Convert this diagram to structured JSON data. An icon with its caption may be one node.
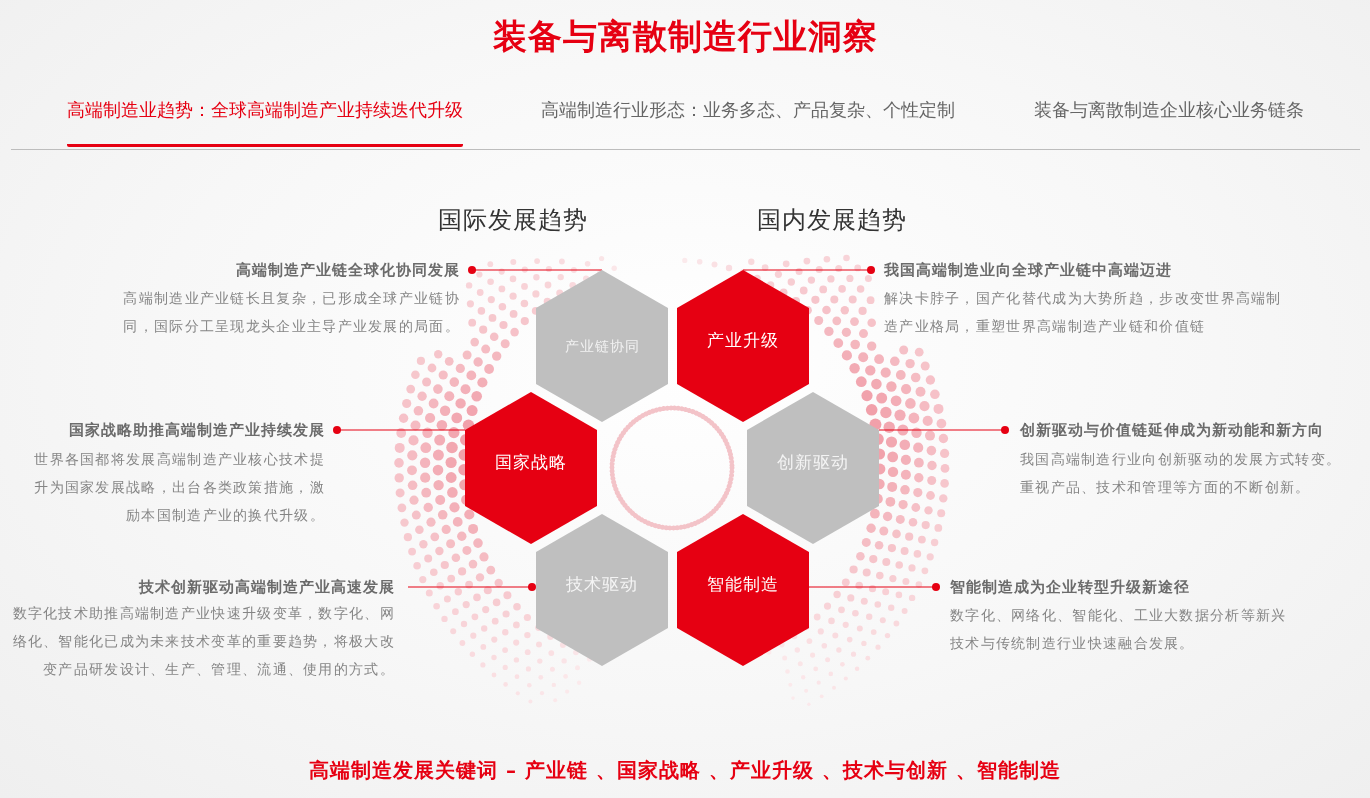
{
  "diagram": {
    "title": "装备与离散制造行业洞察",
    "nodes": [
      {
        "text": [
          "高端制造产业链全球化协同发展",
          "高端制造业产业链长且复杂，已形成全球产业链协同，国际分工呈现龙头企业主导产业发展的局面。"
        ]
      },
      {
        "text": [
          "产业链协同"
        ]
      },
      {
        "text": [
          "产业升级"
        ]
      },
      {
        "text": [
          "我国高端制造业向全球产业链中高端迈进",
          "解决卡脖子，国产化替代成为大势所趋，步改变世界高端制造产业格局，重塑世界高端制造产业链和价值链"
        ]
      },
      {
        "text": [
          "国家战略助推高端制造产业持续发展",
          "世界各国都将发展高端制造产业核心技术提升为国家发展战略，出台各类政策措施，激励本国制造产业的换代升级。"
        ]
      },
      {
        "text": [
          "国家战略"
        ]
      },
      {
        "text": [
          "创新驱动"
        ]
      },
      {
        "text": [
          "创新驱动与价值链延伸成为新动能和新方向",
          "我国高端制造行业向创新驱动的发展方式转变。重视产品、技术和管理等方面的不断创新。"
        ]
      },
      {
        "text": [
          "技术创新驱动高端制造产业高速发展",
          "数字化技术助推高端制造产业快速升级变革，数字化、网络化、智能化已成为未来技术变革的重要趋势，将极大改变产品研发设计、生产、管理、流通、使用的方式。"
        ]
      },
      {
        "text": [
          "技术驱动"
        ]
      },
      {
        "text": [
          "智能制造"
        ]
      },
      {
        "text": [
          "智能制造成为企业转型升级新途径",
          "数字化、网络化、智能化、工业大数据分析等新兴技术与传统制造行业快速融合发展。"
        ]
      }
    ],
    "edges": [
      {
        "from": 0,
        "to": 1,
        "arrow": "other"
      },
      {
        "from": 3,
        "to": 2,
        "arrow": "other"
      },
      {
        "from": 4,
        "to": 5,
        "arrow": "other"
      },
      {
        "from": 7,
        "to": 6,
        "arrow": "other"
      },
      {
        "from": 9,
        "to": 8,
        "arrow": "other"
      },
      {
        "from": 11,
        "to": 10,
        "arrow": "other"
      }
    ],
    "labels": [
      "高端制造业趋势：全球高端制造产业持续迭代升级",
      "高端制造行业形态：业务多态、产品复杂、个性定制",
      "装备与离散制造企业核心业务链条",
      "国际发展趋势",
      "国内发展趋势",
      "高端制造发展关键词 – 产业链 、国家战略 、产业升级 、技术与创新 、智能制造"
    ]
  }
}
